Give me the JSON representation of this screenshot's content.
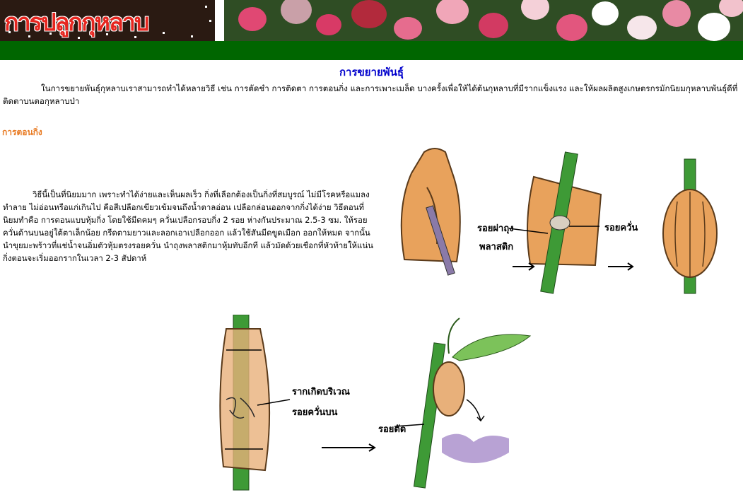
{
  "banner": {
    "logo_text": "การปลูกกุหลาบ"
  },
  "article": {
    "heading": "การขยายพันธุ์",
    "intro": "ในการขยายพันธุ์กุหลาบเราสามารถทำได้หลายวิธี เช่น การตัดชำ  การติดตา การตอนกิ่ง และการเพาะเมล็ด  บางครั้งเพื่อให้ได้ต้นกุหลาบที่มีรากแข็งแรง และให้ผลผลิตสูงเกษตรกรมักนิยมกุหลาบพันธุ์ดีที่ติดตาบนตอกุหลาบป่า",
    "section_title": "การตอนกิ่ง",
    "paragraph": "วิธีนี้เป็นที่นิยมมาก เพราะทำได้ง่ายและเห็นผลเร็ว กิ่งที่เลือกต้องเป็นกิ่งที่สมบูรณ์ ไม่มีโรคหรือแมลงทำลาย  ไม่อ่อนหรือแก่เกินไป คือสีเปลือกเขียวเข้มจนถึงน้ำตาลอ่อน  เปลือกล่อนออกจากกิ่งได้ง่าย วิธีตอนที่นิยมทำคือ การตอนแบบหุ้มกิ่ง โดยใช้มีดคมๆ ควั่นเปลือกรอบกิ่ง 2 รอย ห่างกันประมาณ 2.5-3 ซม. ให้รอยควั่นด้านบนอยู่ใต้ตาเล็กน้อย  กรีดตามยาวและลอกเอาเปลือกออก แล้วใช้สันมีดขูดเมือก ออกให้หมด จากนั้นนำขุยมะพร้าวที่แช่น้ำจนอิ่มตัวหุ้มตรงรอยควั่น นำถุงพลาสติกมาหุ้มทับอีกที แล้วมัดด้วยเชือกที่หัวท้ายให้แน่น กิ่งตอนจะเริ่มออกรากในเวลา 2-3 สัปดาห์"
  },
  "illustration_top": {
    "label_bag_cut_1": "รอยผ่าถุง",
    "label_bag_cut_2": "พลาสติก",
    "label_ring_cut": "รอยควั่น"
  },
  "illustration_bottom": {
    "label_roots_1": "รากเกิดบริเวณ",
    "label_roots_2": "รอยควั่นบน",
    "label_cut": "รอยตัด"
  },
  "colors": {
    "heading": "#0000cc",
    "section_title": "#e87a22",
    "green_bar": "#006600",
    "logo_red": "#e6261f"
  }
}
